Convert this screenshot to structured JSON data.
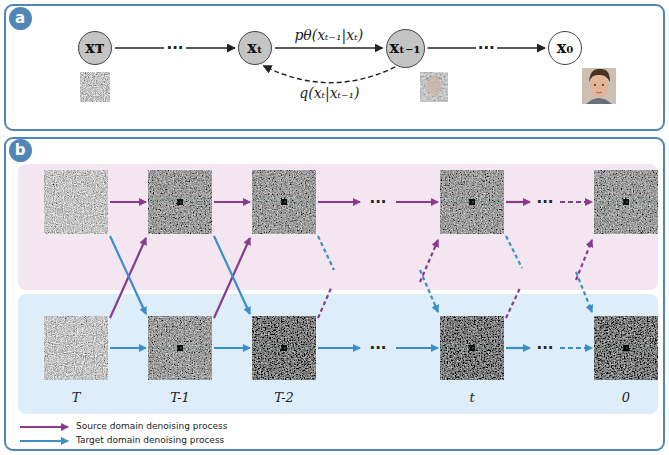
{
  "diagram": {
    "nodes": [
      {
        "text": [
          "a"
        ]
      },
      {
        "text": [
          "xᴛ"
        ]
      },
      {
        "text": [
          "xₜ"
        ]
      },
      {
        "text": [
          "xₜ₋₁"
        ]
      },
      {
        "text": [
          "x₀"
        ]
      },
      {
        "text": [
          "b"
        ]
      }
    ],
    "edges": [
      {
        "from": 1,
        "to": 2,
        "arrow": "to",
        "label": "···"
      },
      {
        "from": 2,
        "to": 3,
        "arrow": "to",
        "label": "pθ(xₜ₋₁|xₜ)"
      },
      {
        "from": 3,
        "to": 2,
        "arrow": "to",
        "label": "q(xₜ|xₜ₋₁)"
      },
      {
        "from": 3,
        "to": 4,
        "arrow": "to",
        "label": "···"
      }
    ],
    "labels": [
      "···",
      "···",
      "···",
      "···",
      "T",
      "T-1",
      "T-2",
      "t",
      "0"
    ],
    "legend": [
      {
        "text": "Source domain denoising process"
      },
      {
        "text": "Target domain denoising process"
      }
    ]
  }
}
